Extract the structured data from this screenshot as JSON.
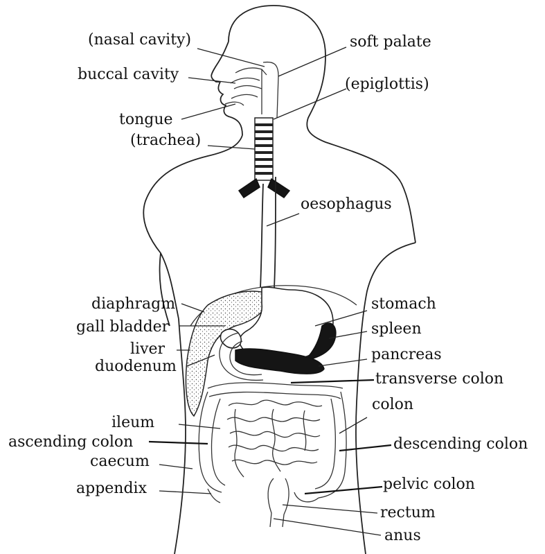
{
  "labels": {
    "nasal_cavity": "(nasal cavity)",
    "soft_palate": "soft palate",
    "buccal_cavity": "buccal cavity",
    "epiglottis": "(epiglottis)",
    "tongue": "tongue",
    "trachea": "(trachea)",
    "oesophagus": "oesophagus",
    "diaphragm": "diaphragm",
    "gall_bladder": "gall bladder",
    "liver": "liver",
    "duodenum": "duodenum",
    "stomach": "stomach",
    "spleen": "spleen",
    "pancreas": "pancreas",
    "transverse_colon": "transverse colon",
    "colon": "colon",
    "ileum": "ileum",
    "ascending_colon": "ascending colon",
    "descending_colon": "descending colon",
    "caecum": "caecum",
    "appendix": "appendix",
    "pelvic_colon": "pelvic colon",
    "rectum": "rectum",
    "anus": "anus"
  }
}
